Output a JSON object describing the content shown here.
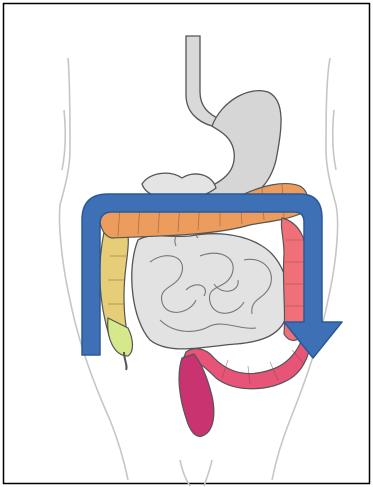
{
  "diagram": {
    "subject": "digestive-tract",
    "organs": [
      {
        "name": "esophagus",
        "color": "#d9d9d9"
      },
      {
        "name": "stomach",
        "color": "#d9d9d9"
      },
      {
        "name": "small-intestine",
        "color": "#dedede"
      },
      {
        "name": "cecum",
        "color": "#d7e88a"
      },
      {
        "name": "ascending-colon",
        "color": "#e8cf7c"
      },
      {
        "name": "transverse-colon",
        "color": "#ec9a5e"
      },
      {
        "name": "descending-colon",
        "color": "#f06f74"
      },
      {
        "name": "sigmoid-colon",
        "color": "#e34f78"
      },
      {
        "name": "rectum",
        "color": "#c7326f"
      }
    ],
    "flow_arrow": {
      "direction": "clockwise-down",
      "color": "#3d6fb4",
      "outline": "#2d5a98"
    },
    "body_outline_color": "#c9c9c9",
    "organ_outline_color": "#555555",
    "frame_color": "#000000"
  }
}
